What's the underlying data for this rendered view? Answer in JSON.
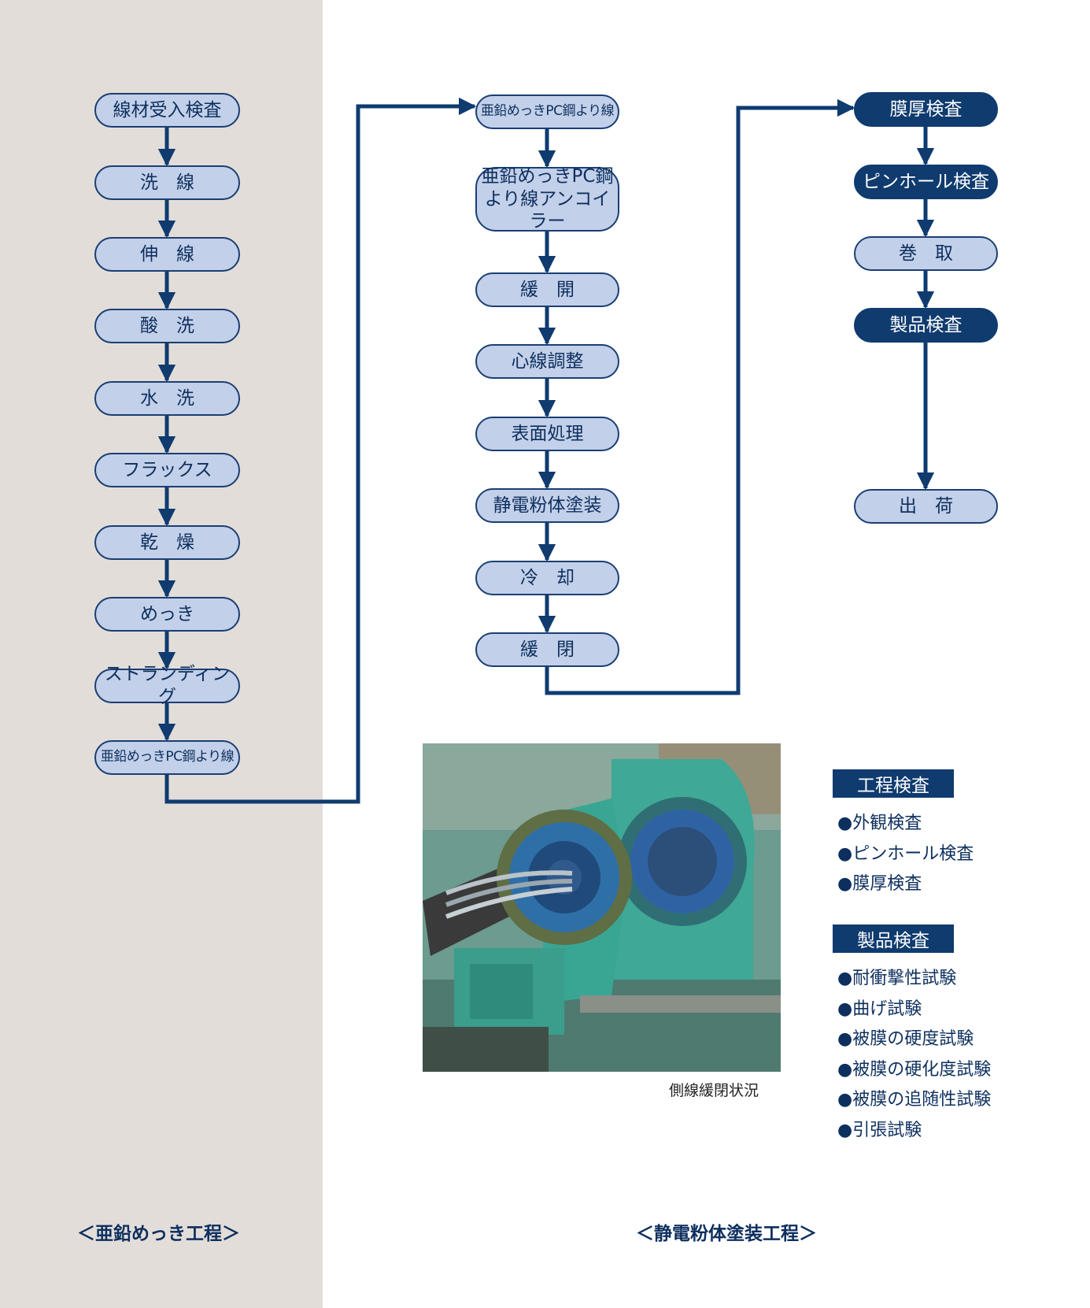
{
  "zinc_plating_process": {
    "label": "＜亜鉛めっき工程＞",
    "steps": [
      "線材受入検査",
      "洗　線",
      "伸　線",
      "酸　洗",
      "水　洗",
      "フラックス",
      "乾　燥",
      "めっき",
      "ストランディング",
      "亜鉛めっきPC鋼より線"
    ]
  },
  "powder_coating_process": {
    "label": "＜静電粉体塗装工程＞",
    "steps": [
      "亜鉛めっきPC鋼より線",
      "亜鉛めっきPC鋼\nより線アンコイラー",
      "緩　開",
      "心線調整",
      "表面処理",
      "静電粉体塗装",
      "冷　却",
      "緩　閉"
    ]
  },
  "inspection_flow": {
    "steps": [
      "膜厚検査",
      "ピンホール検査",
      "巻　取",
      "製品検査",
      "出　荷"
    ]
  },
  "photo": {
    "caption": "側線緩閉状況"
  },
  "process_inspection": {
    "title": "工程検査",
    "items": [
      "●外観検査",
      "●ピンホール検査",
      "●膜厚検査"
    ]
  },
  "product_inspection": {
    "title": "製品検査",
    "items": [
      "●耐衝撃性試験",
      "●曲げ試験",
      "●被膜の硬度試験",
      "●被膜の硬化度試験",
      "●被膜の追随性試験",
      "●引張試験"
    ]
  },
  "colors": {
    "left_panel_bg": "#e3ddd9",
    "pill_fill": "#c3d0e9",
    "pill_dark_fill": "#0f3b6f",
    "connector": "#0f3b6f",
    "text": "#0d2f5e"
  }
}
